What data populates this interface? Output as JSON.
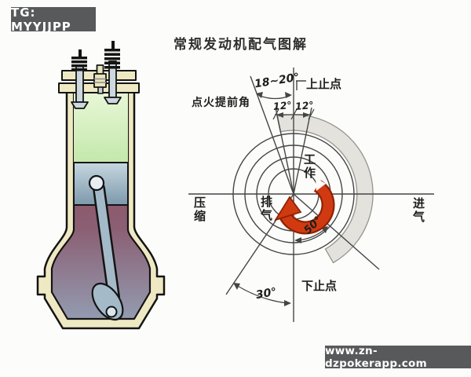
{
  "watermarks": {
    "top_left": "TG: MYYJJPP",
    "bottom_right": "www.zn-dzpokerapp.com"
  },
  "title": "常规发动机配气图解",
  "timing_diagram": {
    "type": "engine-valve-timing-diagram",
    "rotation_direction": "clockwise",
    "labels": {
      "top_dead_center": "上止点",
      "bottom_dead_center": "下止点",
      "ignition_advance": "点火提前角",
      "power": "工作",
      "exhaust": "排气",
      "compression": "压缩",
      "intake": "进气"
    },
    "angle_values": {
      "ignition_advance": "18~20°",
      "left_of_tdc": "12°",
      "right_of_tdc": "12°",
      "lower_right": "50°",
      "lower_left": "30°"
    },
    "colors": {
      "valve_open_band": "#e4e2dc",
      "rotation_arrow": "#d13a10",
      "rotation_arrow_outline": "#8f2206",
      "line": "#454545"
    }
  },
  "engine_illustration": {
    "subject": "four-stroke engine cylinder cross-section",
    "colors": {
      "shell": "#efe9c3",
      "combustion_chamber": "#cdeab6",
      "piston": "#9db6c6",
      "crankcase": "#8d5060",
      "connecting_rod": "#a4bac8"
    }
  }
}
